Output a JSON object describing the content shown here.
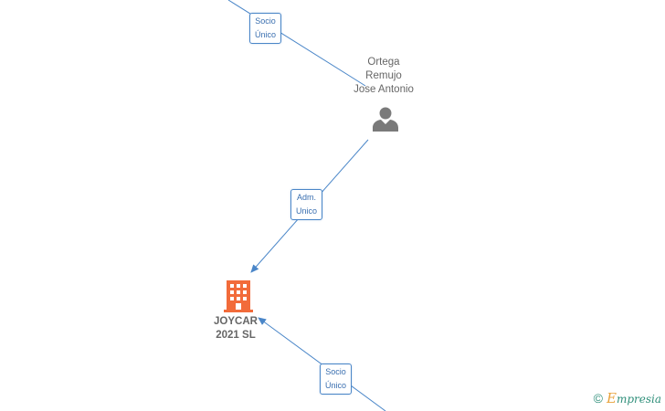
{
  "nodes": {
    "person": {
      "name_lines": [
        "Ortega",
        "Remujo",
        "Jose Antonio"
      ],
      "icon": "person-icon"
    },
    "company": {
      "name_lines": [
        "JOYCAR",
        "2021  SL"
      ],
      "icon": "building-icon"
    }
  },
  "edges": [
    {
      "label_lines": [
        "Socio",
        "Único"
      ]
    },
    {
      "label_lines": [
        "Adm.",
        "Unico"
      ]
    },
    {
      "label_lines": [
        "Socio",
        "Único"
      ]
    }
  ],
  "watermark": {
    "copyright_symbol": "©",
    "brand_initial": "E",
    "brand_rest": "mpresia"
  },
  "colors": {
    "edge": "#4a86c8",
    "person_icon": "#7a7a7a",
    "company_icon": "#f26b3a",
    "label_text": "#3a6fb0"
  }
}
